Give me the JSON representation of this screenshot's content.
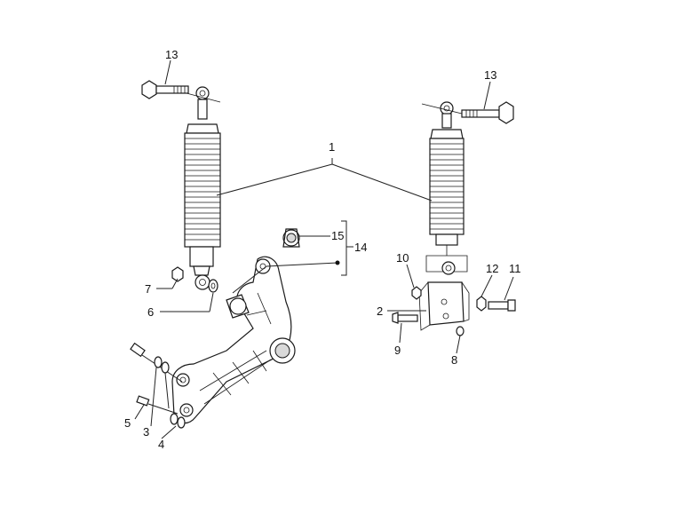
{
  "callouts": {
    "c1": "1",
    "c2": "2",
    "c3": "3",
    "c4": "4",
    "c5": "5",
    "c6": "6",
    "c7": "7",
    "c8": "8",
    "c9": "9",
    "c10": "10",
    "c11": "11",
    "c12": "12",
    "c13_left": "13",
    "c13_right": "13",
    "c14": "14",
    "c15": "15"
  }
}
